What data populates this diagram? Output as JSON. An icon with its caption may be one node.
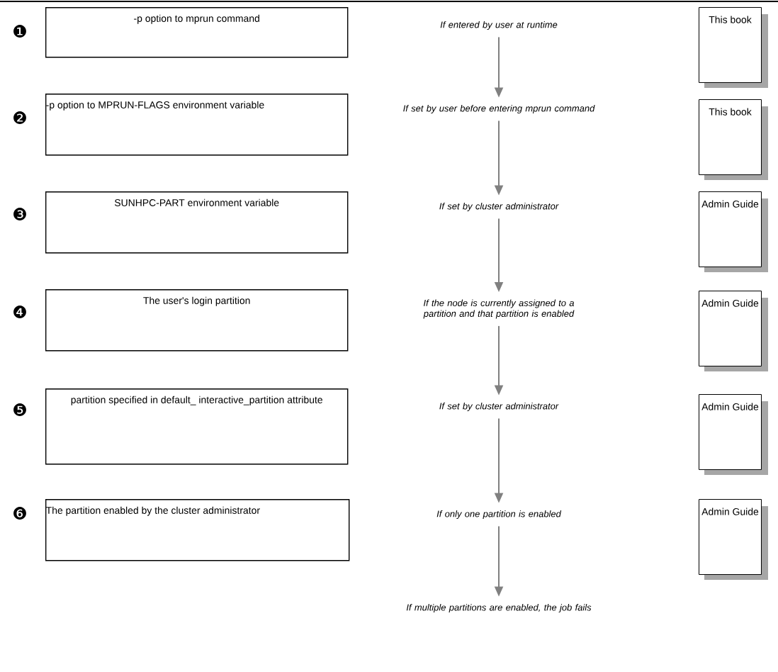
{
  "diagram": {
    "nodes": [
      {
        "text": [
          "-p option to mprun command"
        ]
      },
      {
        "text": [
          "If entered by user at runtime"
        ]
      },
      {
        "text": [
          "This book"
        ]
      },
      {
        "text": [
          "-p option to MPRUN-FLAGS environment variable"
        ]
      },
      {
        "text": [
          "If set by user before entering mprun command"
        ]
      },
      {
        "text": [
          "This book"
        ]
      },
      {
        "text": [
          "SUNHPC-PART environment variable"
        ]
      },
      {
        "text": [
          "If set by cluster administrator"
        ]
      },
      {
        "text": [
          "Admin Guide"
        ]
      },
      {
        "text": [
          "The user's login partition"
        ]
      },
      {
        "text": [
          "If the node is currently assigned to a partition and that partition is enabled"
        ]
      },
      {
        "text": [
          "Admin Guide"
        ]
      },
      {
        "text": [
          "partition specified in default_ interactive_partition attribute"
        ]
      },
      {
        "text": [
          "If set by cluster administrator"
        ]
      },
      {
        "text": [
          "Admin Guide"
        ]
      },
      {
        "text": [
          "The partition enabled by the cluster administrator"
        ]
      },
      {
        "text": [
          "If only one partition is enabled"
        ]
      },
      {
        "text": [
          "Admin Guide"
        ]
      },
      {
        "text": [
          "If multiple partitions are enabled, the job fails"
        ]
      }
    ],
    "edges": [
      {
        "from": 1,
        "to": 4,
        "arrow": "to"
      },
      {
        "from": 4,
        "to": 7,
        "arrow": "to"
      },
      {
        "from": 7,
        "to": 10,
        "arrow": "to"
      },
      {
        "from": 10,
        "to": 13,
        "arrow": "to"
      },
      {
        "from": 13,
        "to": 16,
        "arrow": "to"
      },
      {
        "from": 16,
        "to": 18,
        "arrow": "to"
      }
    ],
    "labels": [
      "❶",
      "❷",
      "❸",
      "❹",
      "❺",
      "❻"
    ]
  }
}
